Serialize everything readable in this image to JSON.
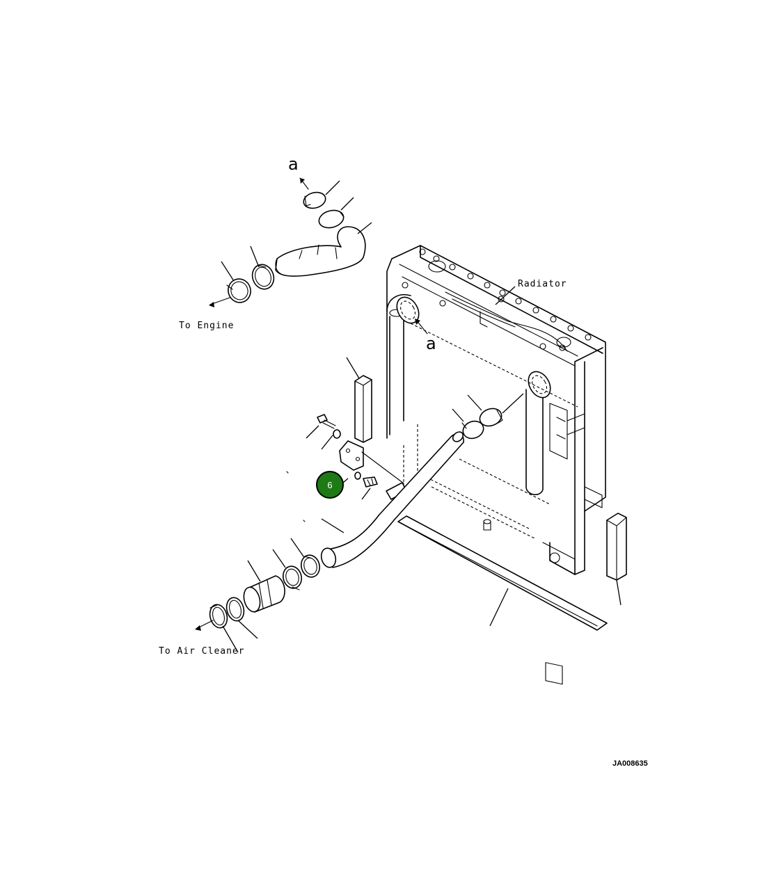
{
  "labels": {
    "to_engine": "To Engine",
    "radiator": "Radiator",
    "to_air_cleaner": "To Air Cleaner",
    "ref_a_top": "a",
    "ref_a_radiator": "a"
  },
  "drawing_code": "JA008635",
  "callout": {
    "number": "6",
    "color": "#1e7a14"
  }
}
